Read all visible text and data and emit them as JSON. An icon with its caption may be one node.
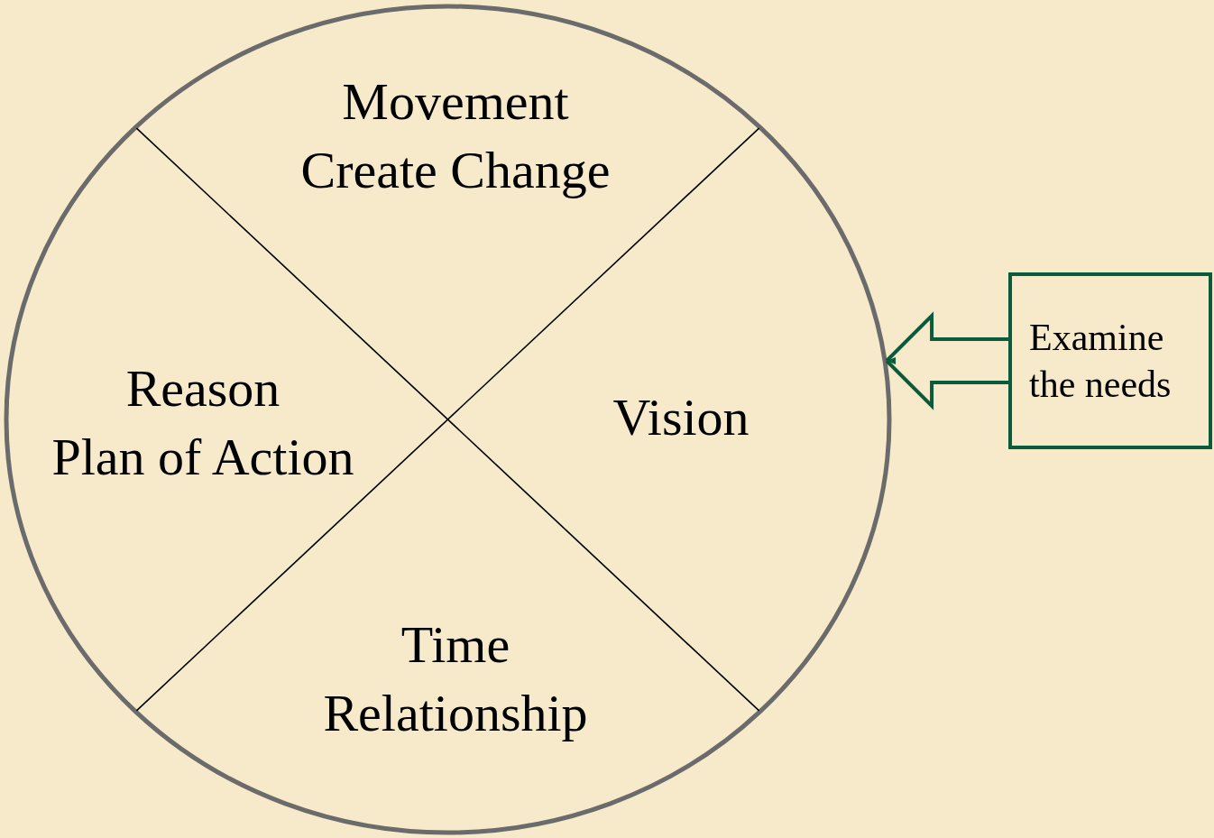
{
  "diagram": {
    "nodes": [
      {
        "text": [],
        "shape": "circle"
      },
      {
        "text": [
          "Movement",
          "Create Change"
        ],
        "in": 0
      },
      {
        "text": [
          "Reason",
          "Plan of Action"
        ],
        "in": 0
      },
      {
        "text": [
          "Vision"
        ],
        "in": 0
      },
      {
        "text": [
          "Time",
          "Relationship"
        ],
        "in": 0
      },
      {
        "text": [
          "Examine the needs"
        ]
      }
    ],
    "edges": [
      {
        "from": 5,
        "to": 0,
        "arrow": "to",
        "color": "#0b5a3c"
      }
    ]
  }
}
